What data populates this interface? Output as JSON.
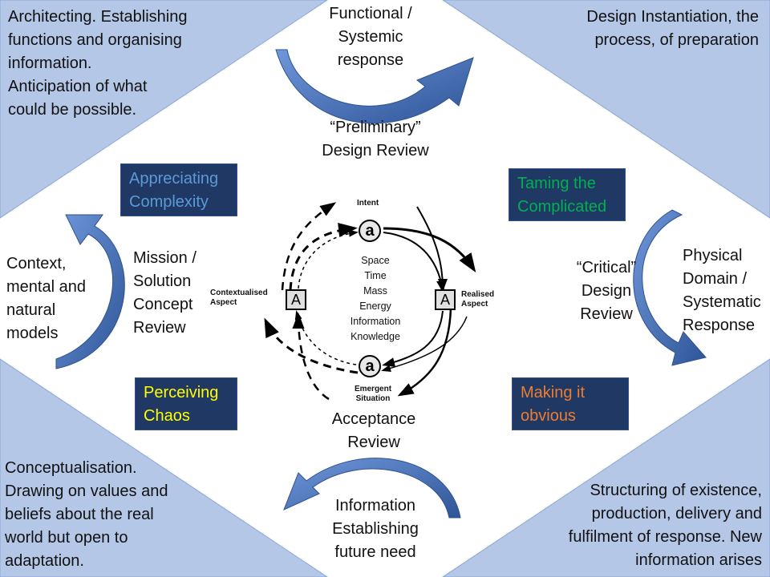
{
  "corners": {
    "top_left": [
      "Architecting. Establishing",
      "functions and organising",
      "information.",
      "Anticipation of what",
      "could be possible."
    ],
    "top_right": [
      "Design Instantiation, the",
      "process, of preparation"
    ],
    "bottom_left": [
      "Conceptualisation.",
      "Drawing on values and",
      "beliefs about the real",
      "world but open to",
      "adaptation."
    ],
    "bottom_right": [
      "Structuring of existence,",
      "production, delivery and",
      "fulfilment of response. New",
      "information arises"
    ]
  },
  "sides": {
    "top": [
      "Functional  /",
      "Systemic",
      "response"
    ],
    "left": [
      "Context,",
      "mental and",
      "natural",
      "models"
    ],
    "right": [
      "Physical",
      "Domain /",
      "Systematic",
      "Response"
    ],
    "bottom": [
      "Information",
      "Establishing",
      "future need"
    ]
  },
  "reviews": {
    "preliminary": [
      "“Preliminary”",
      "Design Review"
    ],
    "mission": [
      "Mission /",
      "Solution",
      "Concept",
      "Review"
    ],
    "critical": [
      "“Critical”",
      "Design",
      "Review"
    ],
    "acceptance": [
      "Acceptance",
      "Review"
    ]
  },
  "quadrants": {
    "appreciating": {
      "lines": [
        "Appreciating",
        "Complexity"
      ],
      "color": "#5b9bd5"
    },
    "taming": {
      "lines": [
        "Taming the",
        "Complicated"
      ],
      "color": "#00b050"
    },
    "perceiving": {
      "lines": [
        "Perceiving",
        "Chaos"
      ],
      "color": "#ffff00"
    },
    "making": {
      "lines": [
        "Making it",
        "obvious"
      ],
      "color": "#ed7d31"
    }
  },
  "cycle": {
    "center_terms": [
      "Space",
      "Time",
      "Mass",
      "Energy",
      "Information",
      "Knowledge"
    ],
    "top_node": {
      "symbol": "a",
      "label": "Intent"
    },
    "bottom_node": {
      "symbol": "a",
      "label": [
        "Emergent",
        "Situation"
      ]
    },
    "left_node": {
      "symbol": "A",
      "label": [
        "Contextualised",
        "Aspect"
      ]
    },
    "right_node": {
      "symbol": "A",
      "label": [
        "Realised",
        "Aspect"
      ]
    }
  },
  "colors": {
    "corner_fill": "#b4c7e7",
    "arrow_fill": "#4472c4",
    "box_fill": "#1f3864"
  }
}
